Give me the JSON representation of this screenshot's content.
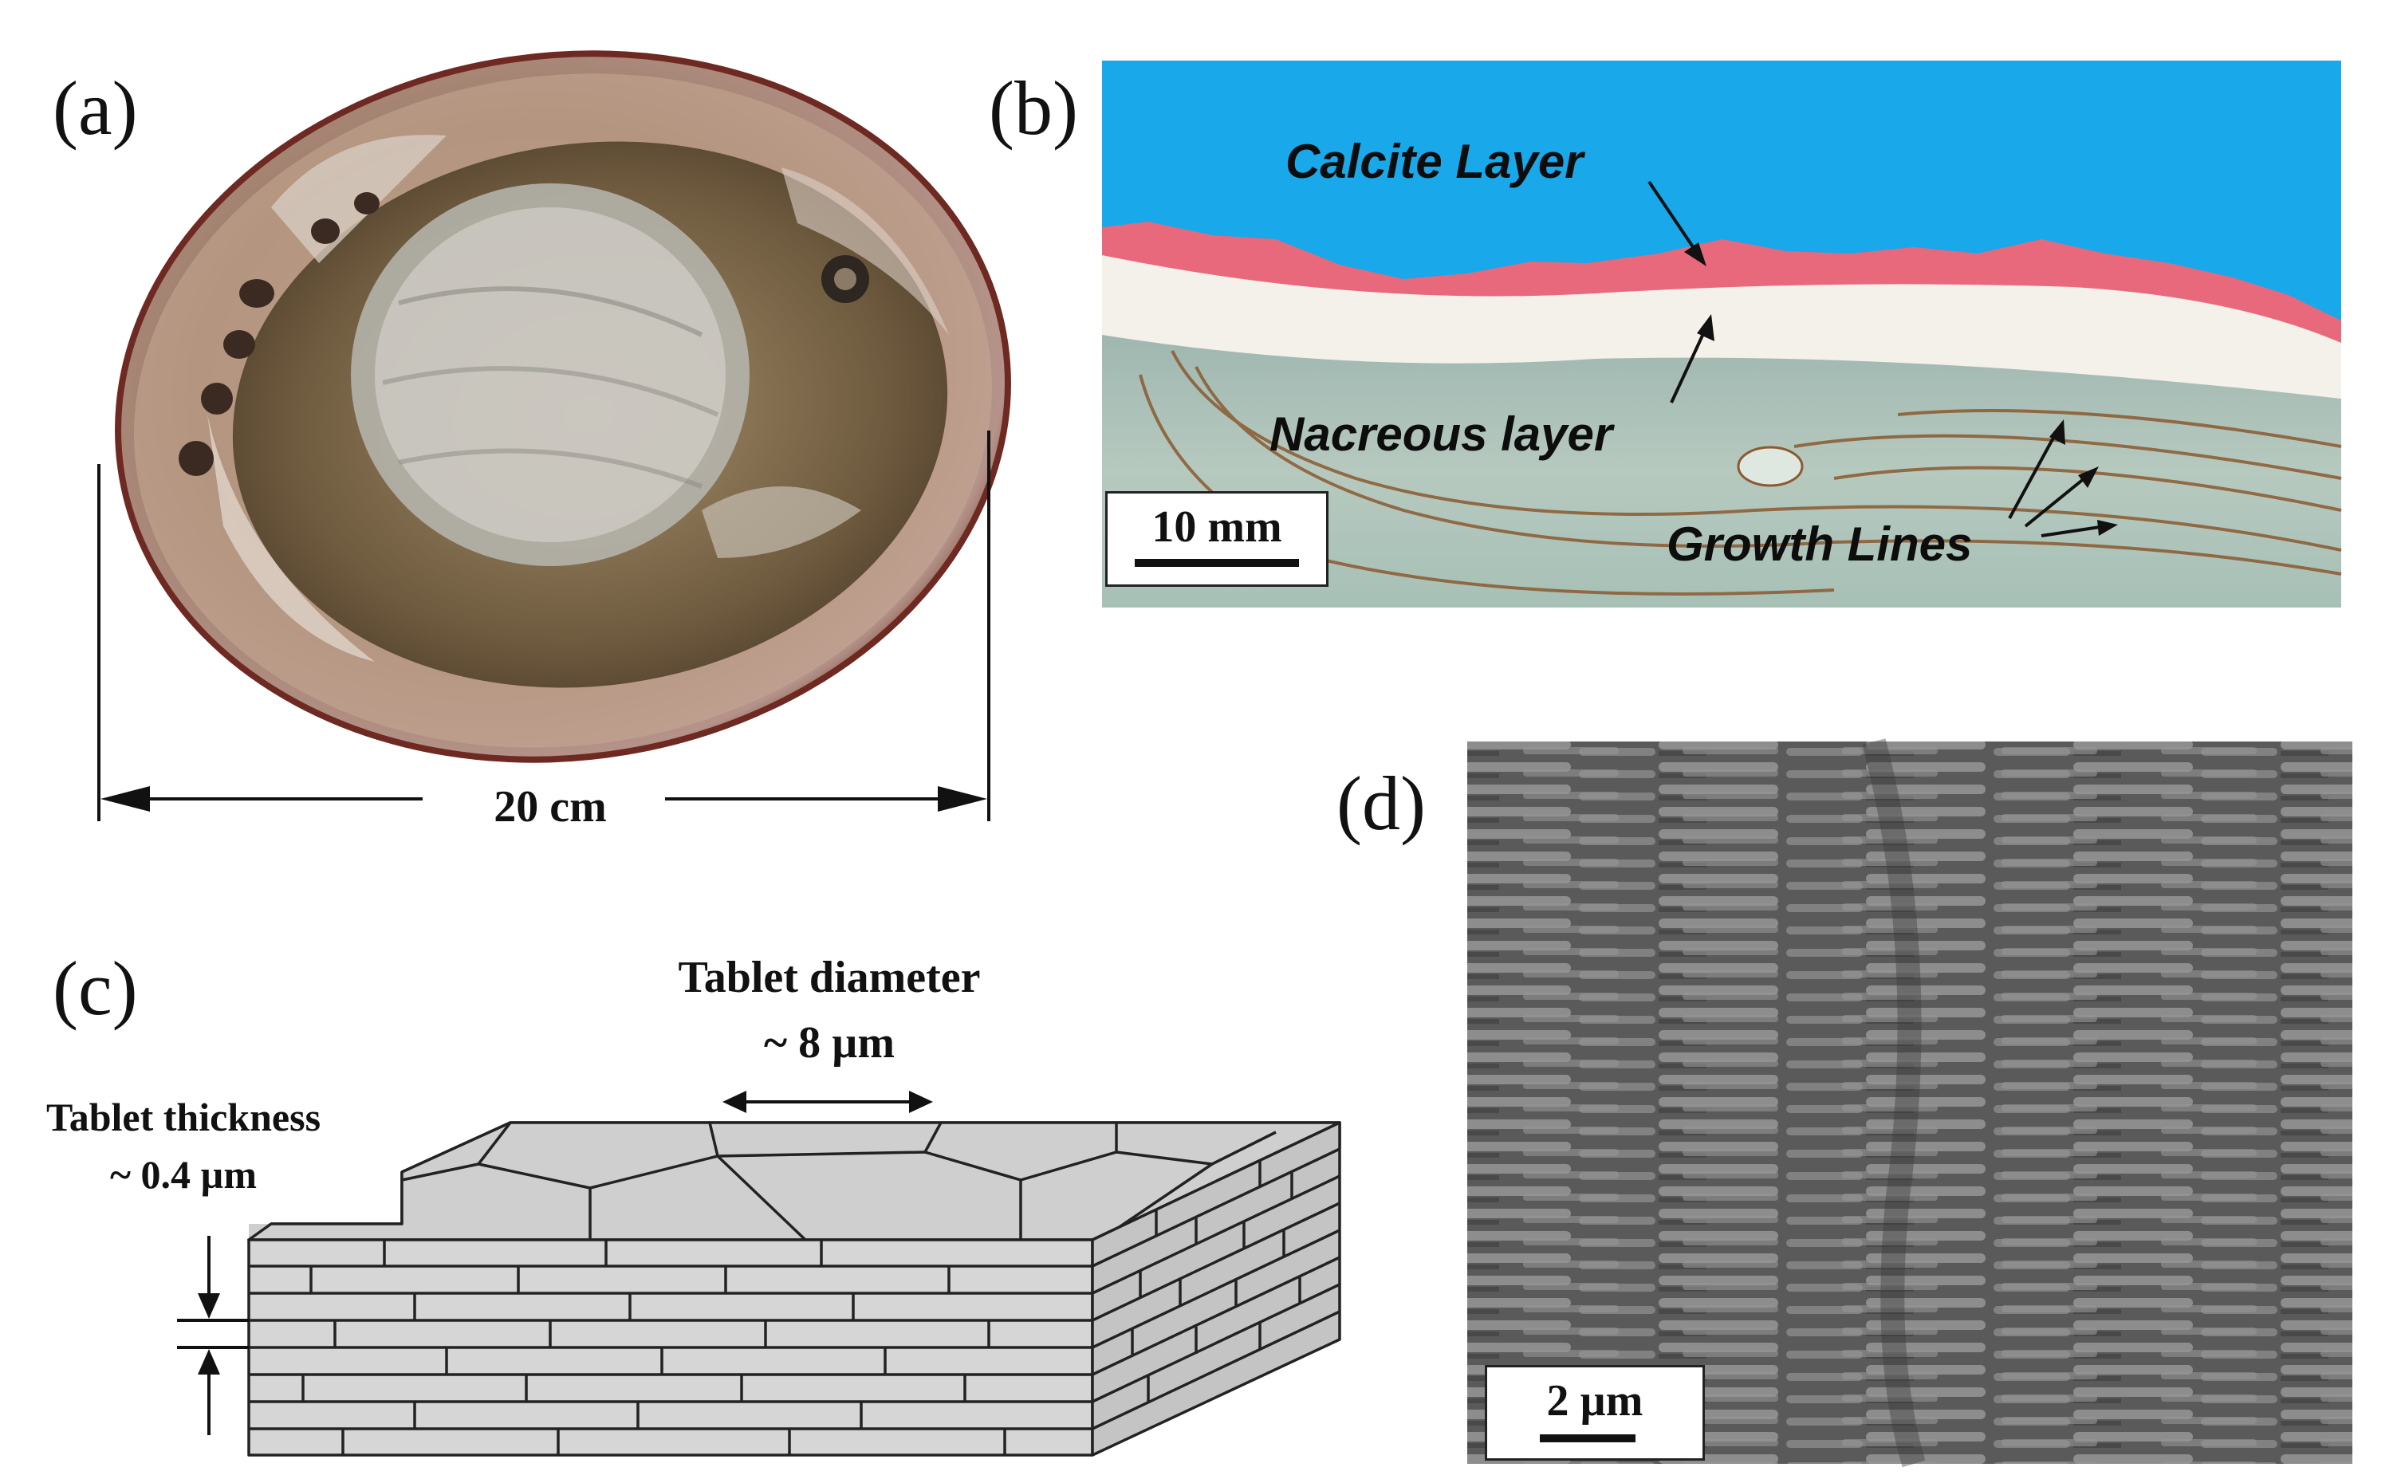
{
  "panels": {
    "a": {
      "label": "(a)",
      "dimension_label": "20 cm"
    },
    "b": {
      "label": "(b)",
      "annotations": {
        "calcite": "Calcite Layer",
        "nacreous": "Nacreous layer",
        "growth": "Growth Lines"
      },
      "scale_bar": "10 mm"
    },
    "c": {
      "label": "(c)",
      "diameter_title": "Tablet diameter",
      "diameter_value": "~ 8 µm",
      "thickness_title": "Tablet thickness",
      "thickness_value": "~ 0.4 µm"
    },
    "d": {
      "label": "(d)",
      "scale_bar": "2 µm"
    }
  },
  "colors": {
    "sky": "#19a8ea",
    "calcite": "#e8697b",
    "nacre_white": "#f4f1ea",
    "tablet_face": "#cfcfcf",
    "sem_gray": "#6b6b6b"
  }
}
